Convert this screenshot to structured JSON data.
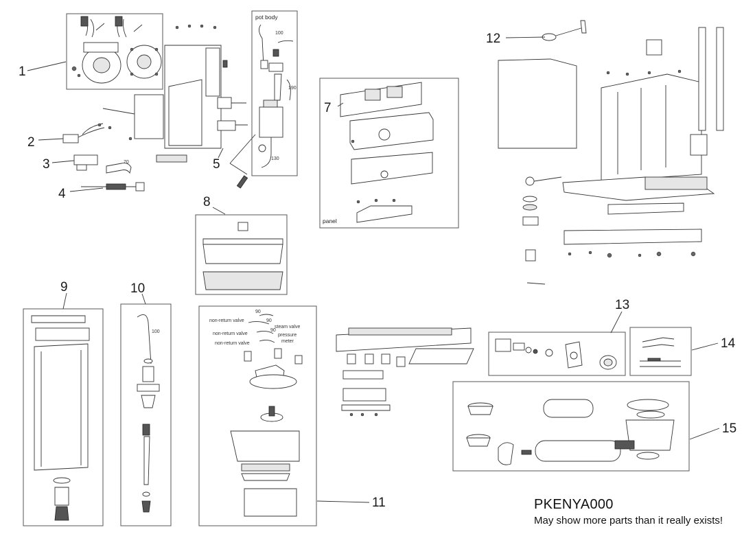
{
  "callouts": [
    "1",
    "2",
    "3",
    "4",
    "5",
    "7",
    "8",
    "9",
    "10",
    "11",
    "12",
    "13",
    "14",
    "15"
  ],
  "labels": {
    "pot_body": "pot body",
    "panel": "panel",
    "non_return_valve": "non-return valve",
    "steam_valve": "steam valve",
    "pressure_meter_1": "pressure",
    "pressure_meter_2": "meter"
  },
  "numbers": {
    "n100a": "100",
    "n190": "190",
    "n130": "130",
    "n70": "70",
    "n100b": "100",
    "n90a": "90",
    "n90b": "90",
    "n90c": "90"
  },
  "footer": {
    "code": "PKENYA000",
    "note": "May show more parts than it really exists!"
  }
}
